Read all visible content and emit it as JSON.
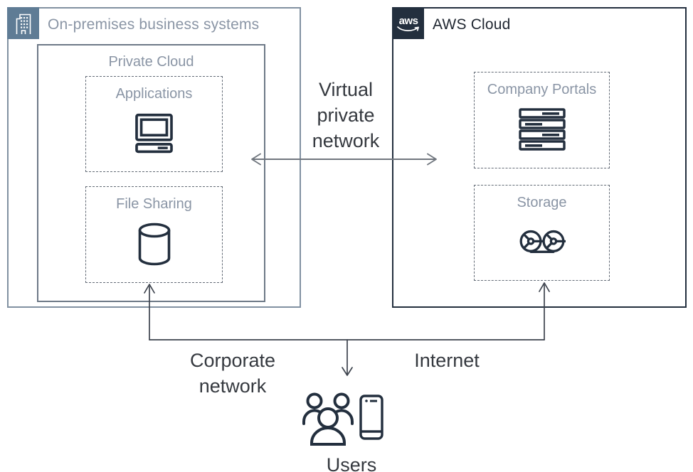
{
  "onprem": {
    "title": "On-premises business systems",
    "private_cloud": {
      "label": "Private Cloud",
      "applications": {
        "label": "Applications",
        "icon": "computer-icon"
      },
      "file_sharing": {
        "label": "File Sharing",
        "icon": "database-cylinder-icon"
      }
    },
    "icon": "building-icon"
  },
  "aws": {
    "logo_text": "aws",
    "title": "AWS Cloud",
    "company_portals": {
      "label": "Company Portals",
      "icon": "server-stack-icon"
    },
    "storage": {
      "label": "Storage",
      "icon": "disk-reels-icon"
    }
  },
  "connections": {
    "vpn_label": "Virtual\nprivate\nnetwork",
    "corporate_label": "Corporate\nnetwork",
    "internet_label": "Internet"
  },
  "users": {
    "label": "Users",
    "icons": [
      "people-group-icon",
      "smartphone-icon"
    ]
  },
  "colors": {
    "canvas_bg": "#ffffff",
    "onprem_border": "#8191a1",
    "private_border": "#6d7987",
    "dashed_border": "#636b76",
    "aws_border": "#232f3e",
    "slate": "#5f7c95",
    "aws_navy": "#232f3e",
    "icon_stroke": "#232f3e",
    "muted": "#8a95a5",
    "dark_title": "#212832",
    "big_label": "#35393f",
    "arrow_gray": "#70767e",
    "line_dark": "#3d434d"
  }
}
